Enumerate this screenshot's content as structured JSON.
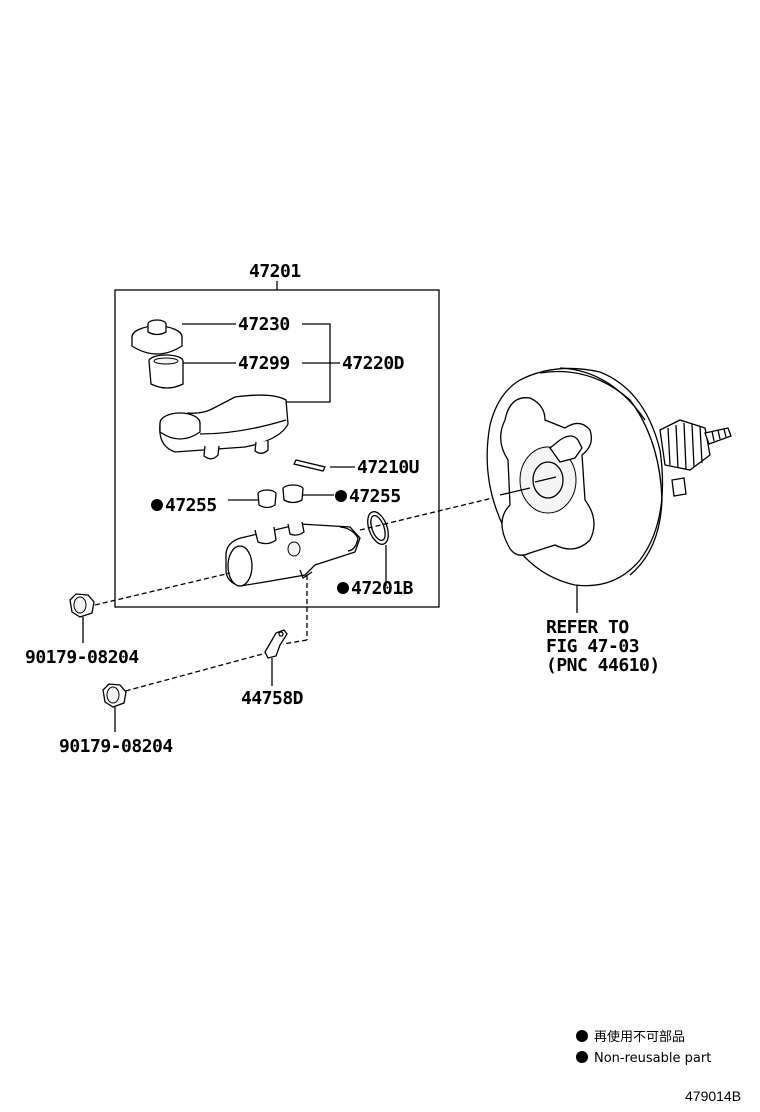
{
  "diagram": {
    "assembly_label": "47201",
    "parts": {
      "reservoir_cap": "47230",
      "strainer": "47299",
      "reservoir_sub_assy": "47220D",
      "pin": "47210U",
      "grommet_left": "47255",
      "grommet_right": "47255",
      "o_ring": "47201B",
      "nut_upper": "90179-08204",
      "nut_lower": "90179-08204",
      "bracket": "44758D"
    },
    "refer_note": {
      "line1": "REFER TO",
      "line2": "FIG 47-03",
      "line3": "(PNC 44610)"
    },
    "legend": {
      "jp": "再使用不可部品",
      "en": "Non-reusable part"
    },
    "figure_id": "479014B"
  }
}
